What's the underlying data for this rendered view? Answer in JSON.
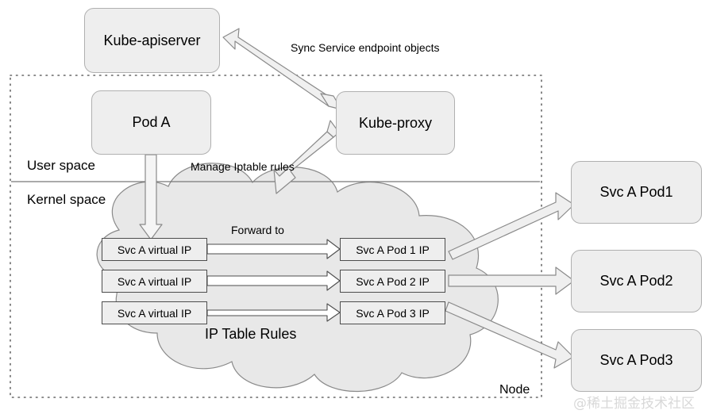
{
  "diagram": {
    "title_watermark": "@稀土掘金技术社区",
    "boundary": {
      "label": "Node",
      "style": "dotted"
    },
    "zones": [
      {
        "id": "user-space",
        "label": "User space"
      },
      {
        "id": "kernel-space",
        "label": "Kernel space"
      }
    ],
    "cloud": {
      "label": "IP Table Rules"
    },
    "nodes": [
      {
        "id": "kube-apiserver",
        "label": "Kube-apiserver"
      },
      {
        "id": "pod-a",
        "label": "Pod A"
      },
      {
        "id": "kube-proxy",
        "label": "Kube-proxy"
      },
      {
        "id": "svc-a-pod1",
        "label": "Svc A Pod1"
      },
      {
        "id": "svc-a-pod2",
        "label": "Svc A Pod2"
      },
      {
        "id": "svc-a-pod3",
        "label": "Svc A Pod3"
      }
    ],
    "iptable_rules": [
      {
        "source": "Svc A virtual IP",
        "target": "Svc A Pod 1 IP"
      },
      {
        "source": "Svc A virtual IP",
        "target": "Svc A Pod 2 IP"
      },
      {
        "source": "Svc A virtual IP",
        "target": "Svc A Pod 3 IP"
      }
    ],
    "edges": [
      {
        "id": "sync-edge",
        "label": "Sync Service endpoint objects",
        "from": "kube-proxy",
        "to": "kube-apiserver"
      },
      {
        "id": "manage-edge",
        "label": "Manage Iptable rules",
        "from": "kube-proxy",
        "to": "iptable-rules"
      },
      {
        "id": "forward-edge",
        "label": "Forward to",
        "from": "svc-virtual-ip",
        "to": "svc-pod-ip"
      }
    ],
    "colors": {
      "box_fill": "#eeeeee",
      "box_stroke": "#b0b0b0",
      "rule_stroke": "#4d4d4d",
      "cloud_fill": "#e8e8e8",
      "cloud_stroke": "#888888",
      "arrow_fill": "#f0f0f0",
      "arrow_stroke": "#808080",
      "boundary_stroke": "#666666",
      "text": "#000000",
      "watermark": "#d8d8d8"
    }
  }
}
